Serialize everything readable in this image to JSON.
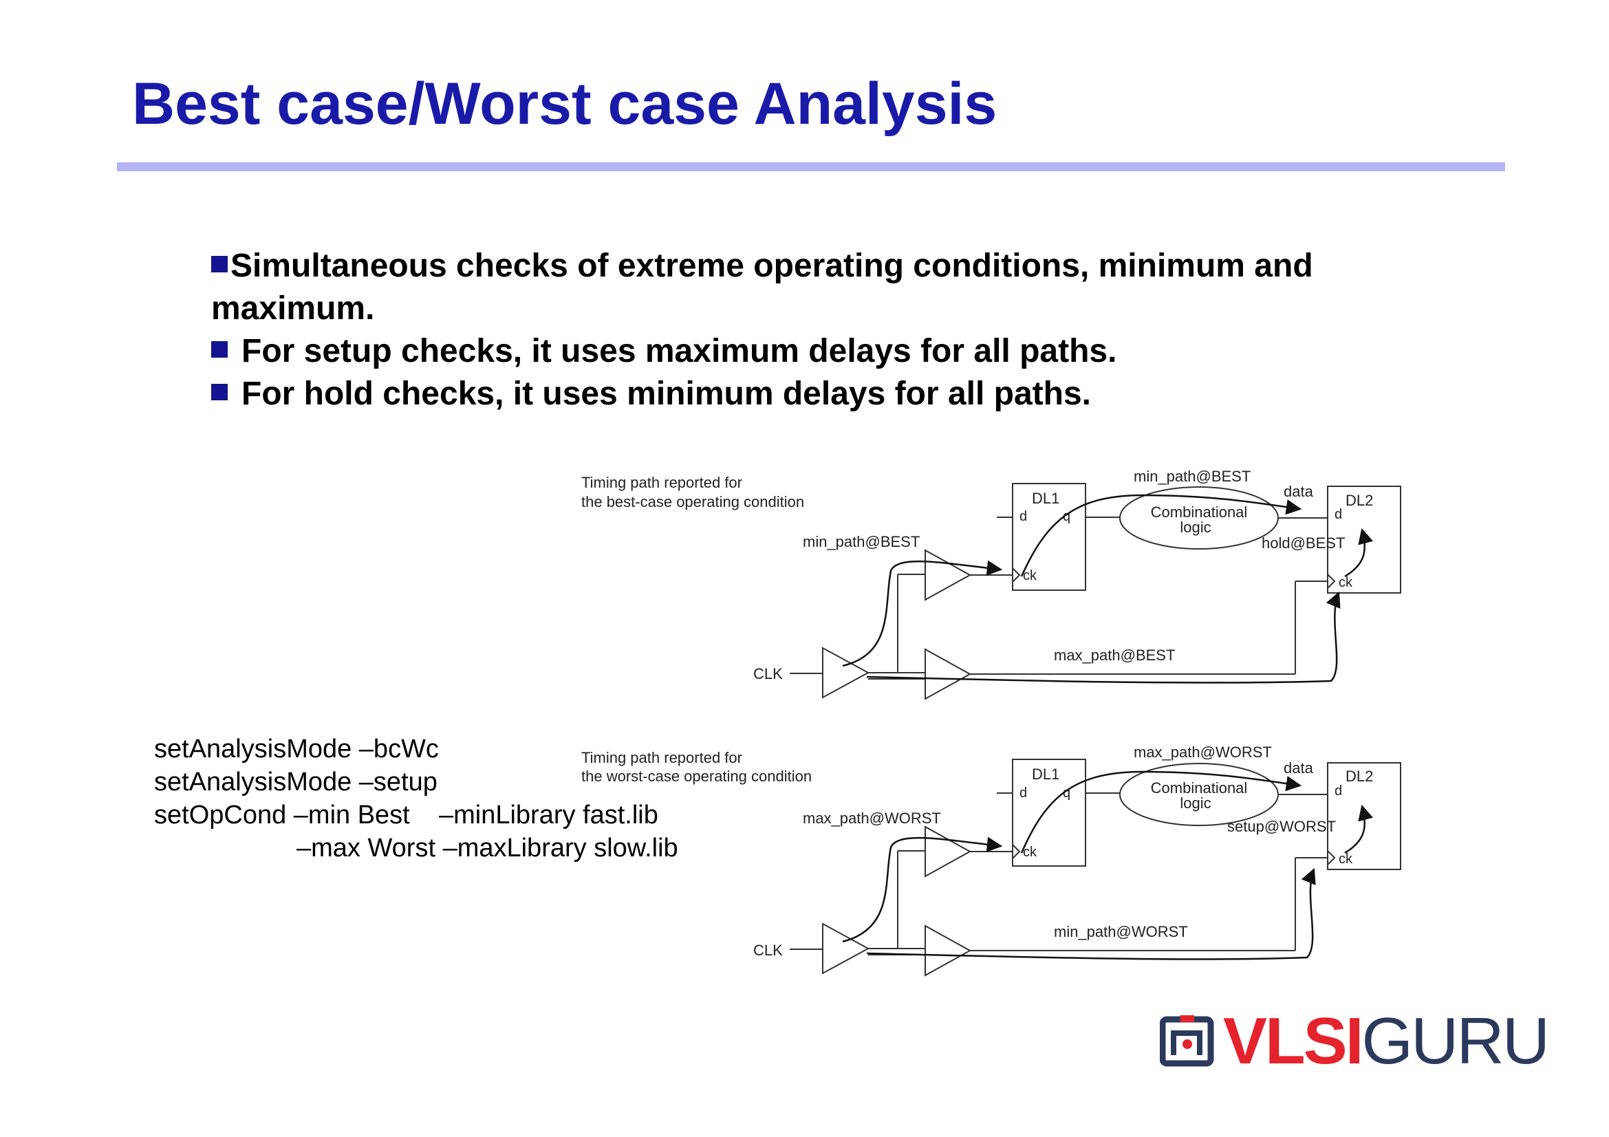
{
  "title": "Best case/Worst case Analysis",
  "bullets": [
    "Simultaneous checks of extreme operating conditions, minimum and",
    "maximum.",
    "For setup checks, it uses maximum delays for all paths.",
    "For hold checks, it uses minimum delays for all paths."
  ],
  "commands": [
    "setAnalysisMode –bcWc",
    "setAnalysisMode –setup",
    "setOpCond –min Best    –minLibrary fast.lib",
    "–max Worst –maxLibrary slow.lib"
  ],
  "diagram_top": {
    "caption_line1": "Timing path reported for",
    "caption_line2": "the best-case operating condition",
    "clk": "CLK",
    "dl1": "DL1",
    "dl2": "DL2",
    "pin_d": "d",
    "pin_q": "q",
    "pin_ck": "ck",
    "logic_line1": "Combinational",
    "logic_line2": "logic",
    "data": "data",
    "launch_path": "min_path@BEST",
    "data_path": "min_path@BEST",
    "capture_path": "max_path@BEST",
    "check": "hold@BEST"
  },
  "diagram_bottom": {
    "caption_line1": "Timing path reported for",
    "caption_line2": "the worst-case operating condition",
    "clk": "CLK",
    "dl1": "DL1",
    "dl2": "DL2",
    "pin_d": "d",
    "pin_q": "q",
    "pin_ck": "ck",
    "logic_line1": "Combinational",
    "logic_line2": "logic",
    "data": "data",
    "launch_path": "max_path@WORST",
    "data_path": "max_path@WORST",
    "capture_path": "min_path@WORST",
    "check": "setup@WORST"
  },
  "logo": {
    "brand_part1": "VLSI",
    "brand_part2": "GURU",
    "colors": {
      "red": "#e5232c",
      "navy": "#2b3a5c"
    }
  }
}
